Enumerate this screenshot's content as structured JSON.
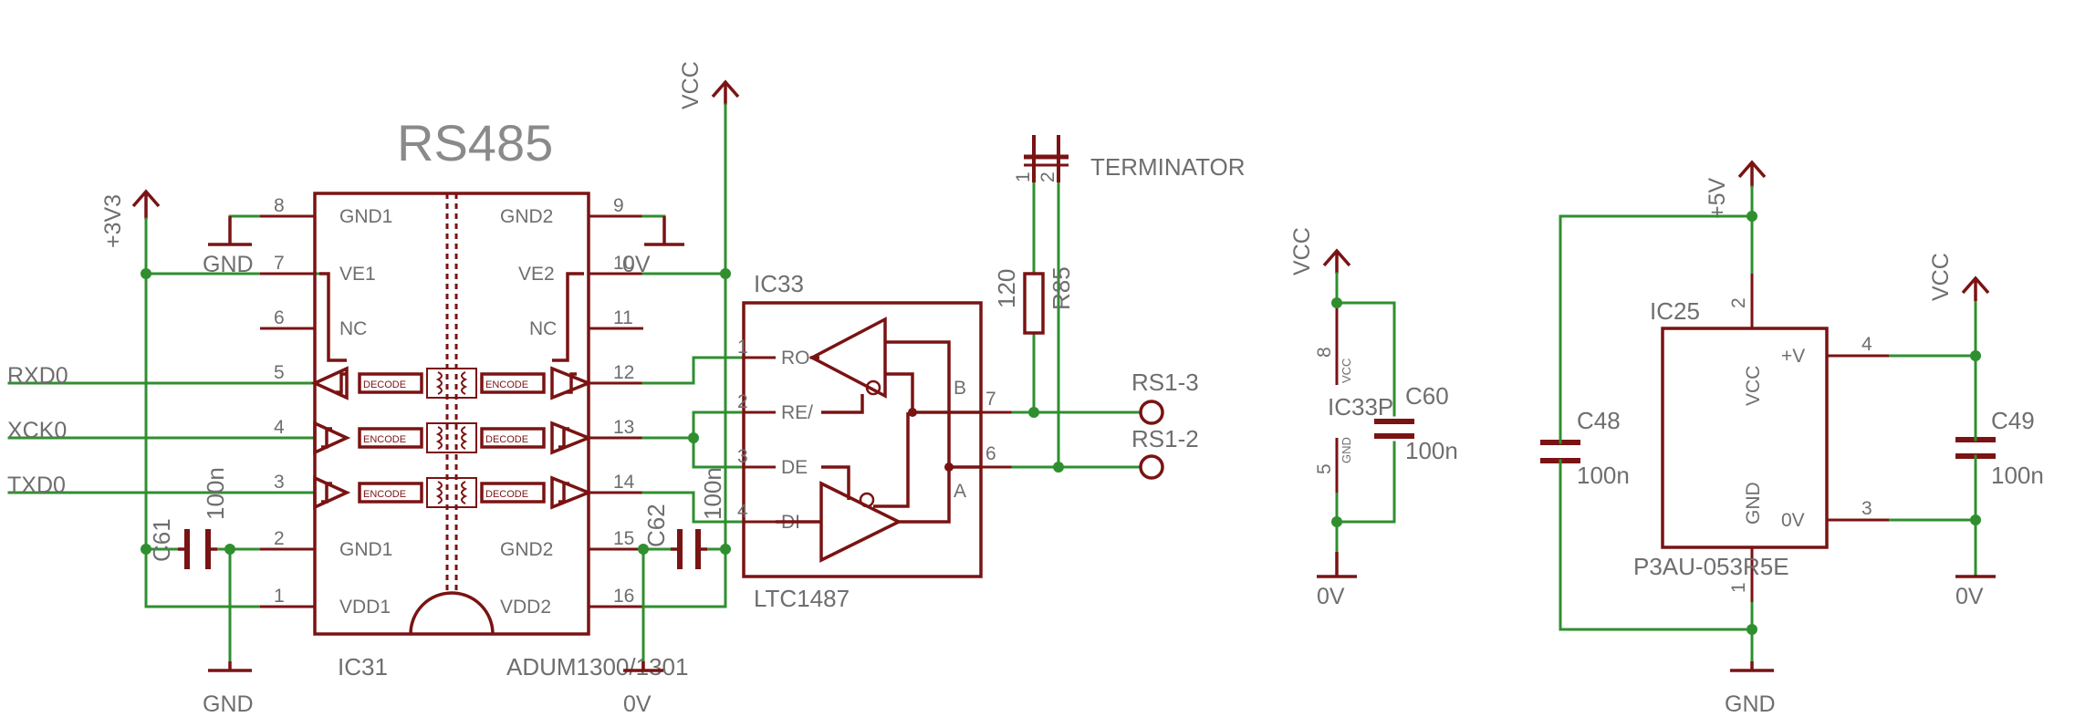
{
  "title": "RS485",
  "ic31": {
    "name": "IC31",
    "value": "ADUM1300/1301",
    "left_pins": [
      {
        "num": "8",
        "label": "GND1"
      },
      {
        "num": "7",
        "label": "VE1"
      },
      {
        "num": "6",
        "label": "NC"
      },
      {
        "num": "5",
        "label": ""
      },
      {
        "num": "4",
        "label": ""
      },
      {
        "num": "3",
        "label": ""
      },
      {
        "num": "2",
        "label": "GND1"
      },
      {
        "num": "1",
        "label": "VDD1"
      }
    ],
    "right_pins": [
      {
        "num": "9",
        "label": "GND2"
      },
      {
        "num": "10",
        "label": "VE2"
      },
      {
        "num": "11",
        "label": "NC"
      },
      {
        "num": "12",
        "label": ""
      },
      {
        "num": "13",
        "label": ""
      },
      {
        "num": "14",
        "label": ""
      },
      {
        "num": "15",
        "label": "GND2"
      },
      {
        "num": "16",
        "label": "VDD2"
      }
    ],
    "channels": [
      {
        "left": "DECODE",
        "right": "ENCODE"
      },
      {
        "left": "ENCODE",
        "right": "DECODE"
      },
      {
        "left": "ENCODE",
        "right": "DECODE"
      }
    ]
  },
  "ic33": {
    "name": "IC33",
    "value": "LTC1487",
    "pins": [
      {
        "num": "1",
        "label": "RO"
      },
      {
        "num": "2",
        "label": "RE/"
      },
      {
        "num": "3",
        "label": "DE"
      },
      {
        "num": "4",
        "label": "DI"
      },
      {
        "num": "7",
        "label": "B"
      },
      {
        "num": "6",
        "label": "A"
      }
    ]
  },
  "ic33p": {
    "name": "IC33P",
    "pin8": "8",
    "pin8_label": "VCC",
    "pin5": "5",
    "pin5_label": "GND"
  },
  "ic25": {
    "name": "IC25",
    "value": "P3AU-053R5E",
    "pins": [
      {
        "num": "2",
        "label": "VCC"
      },
      {
        "num": "1",
        "label": "GND"
      },
      {
        "num": "4",
        "label": "+V"
      },
      {
        "num": "3",
        "label": "0V"
      }
    ]
  },
  "terminator": {
    "name": "TERMINATOR",
    "pin1": "1",
    "pin2": "2"
  },
  "r85": {
    "name": "R85",
    "value": "120"
  },
  "caps": {
    "c61": {
      "name": "C61",
      "value": "100n"
    },
    "c62": {
      "name": "C62",
      "value": "100n"
    },
    "c60": {
      "name": "C60",
      "value": "100n"
    },
    "c48": {
      "name": "C48",
      "value": "100n"
    },
    "c49": {
      "name": "C49",
      "value": "100n"
    }
  },
  "nets": {
    "rxd0": "RXD0",
    "xck0": "XCK0",
    "txd0": "TXD0",
    "p3v3": "+3V3",
    "vcc": "VCC",
    "p5v": "+5V",
    "gnd": "GND",
    "zero_v": "0V",
    "rs1_3": "RS1-3",
    "rs1_2": "RS1-2"
  },
  "colors": {
    "wire": "#2f8f2f",
    "symbol": "#7a1313",
    "text": "#6e6e6e"
  }
}
